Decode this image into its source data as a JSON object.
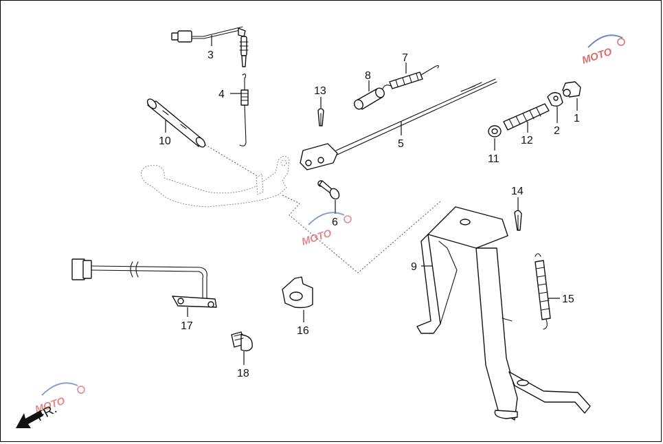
{
  "diagram": {
    "callouts": [
      {
        "id": "1",
        "text": "1"
      },
      {
        "id": "2",
        "text": "2"
      },
      {
        "id": "3",
        "text": "3"
      },
      {
        "id": "4",
        "text": "4"
      },
      {
        "id": "5",
        "text": "5"
      },
      {
        "id": "6",
        "text": "6"
      },
      {
        "id": "7",
        "text": "7"
      },
      {
        "id": "8",
        "text": "8"
      },
      {
        "id": "9",
        "text": "9"
      },
      {
        "id": "10",
        "text": "10"
      },
      {
        "id": "11",
        "text": "11"
      },
      {
        "id": "12",
        "text": "12"
      },
      {
        "id": "13",
        "text": "13"
      },
      {
        "id": "14",
        "text": "14"
      },
      {
        "id": "15",
        "text": "15"
      },
      {
        "id": "16",
        "text": "16"
      },
      {
        "id": "17",
        "text": "17"
      },
      {
        "id": "18",
        "text": "18"
      }
    ],
    "direction_label": "FR.",
    "watermark_text": "MOTO",
    "colors": {
      "line": "#111111",
      "watermark_red": "#d23a3a",
      "watermark_blue": "#3a5fb0",
      "watermark_gray": "#9a9a9a"
    }
  }
}
